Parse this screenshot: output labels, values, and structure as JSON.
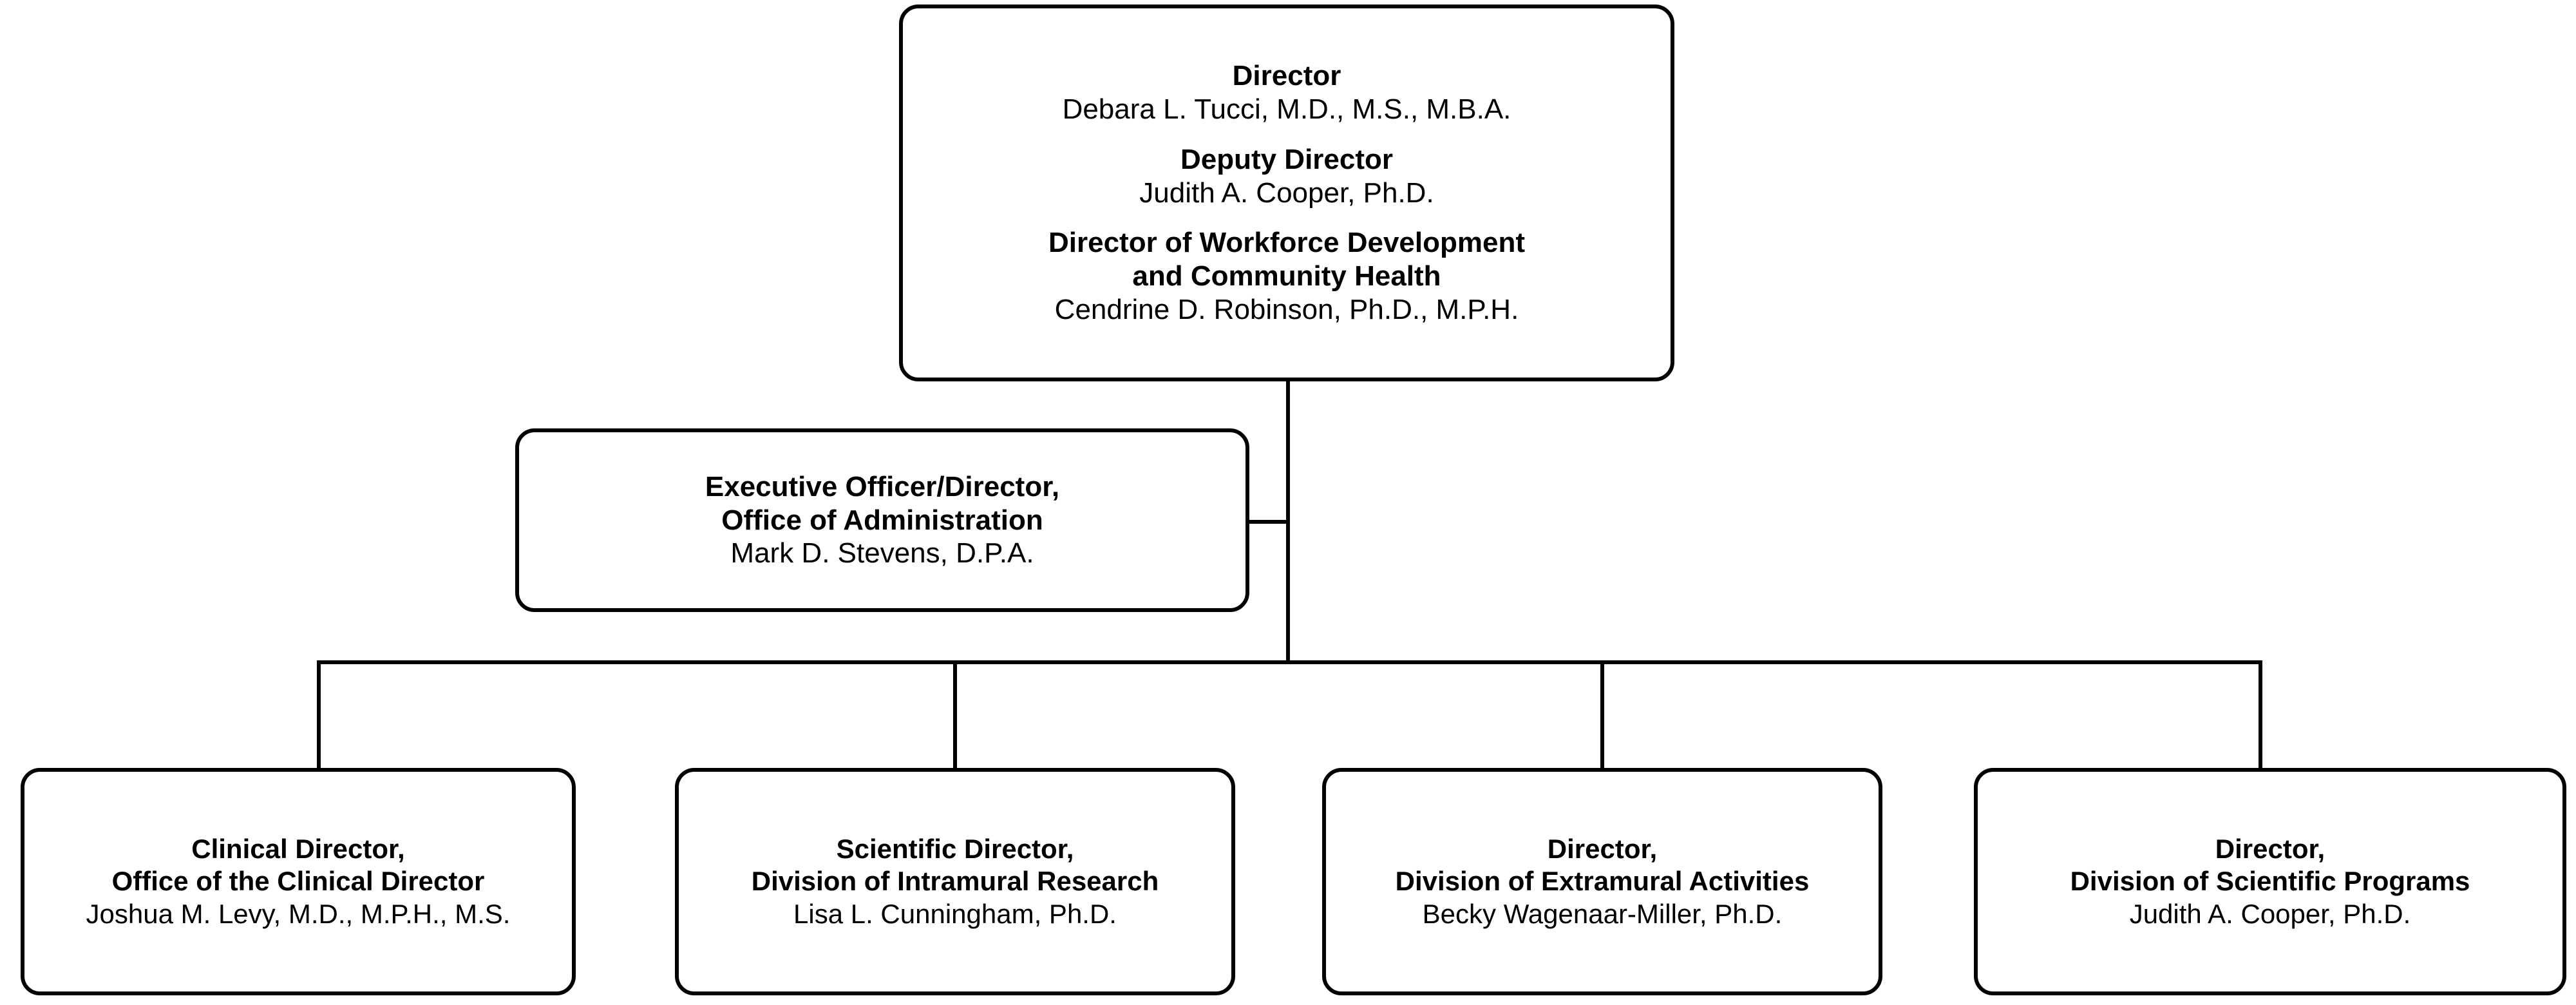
{
  "chart": {
    "type": "org-chart",
    "root": {
      "id": "director",
      "entries": [
        {
          "title": "Director",
          "person": "Debara L. Tucci, M.D., M.S., M.B.A."
        },
        {
          "title": "Deputy Director",
          "person": "Judith A. Cooper, Ph.D."
        },
        {
          "title": "Director of Workforce Development\nand Community Health",
          "person": "Cendrine D. Robinson, Ph.D., M.P.H."
        }
      ]
    },
    "staff": {
      "id": "executive-officer",
      "title": "Executive Officer/Director,\nOffice of Administration",
      "person": "Mark D. Stevens, D.P.A."
    },
    "children": [
      {
        "id": "clinical-director",
        "title": "Clinical Director,\nOffice of the Clinical Director",
        "person": "Joshua M. Levy, M.D., M.P.H., M.S."
      },
      {
        "id": "scientific-director",
        "title": "Scientific Director,\nDivision of Intramural Research",
        "person": "Lisa L. Cunningham, Ph.D."
      },
      {
        "id": "director-extramural",
        "title": "Director,\nDivision of Extramural Activities",
        "person": "Becky Wagenaar-Miller, Ph.D."
      },
      {
        "id": "director-scientific-programs",
        "title": "Director,\nDivision of Scientific Programs",
        "person": "Judith A. Cooper, Ph.D."
      }
    ],
    "colors": {
      "box_border": "#000000",
      "connector": "#000000",
      "background": "#ffffff",
      "text": "#000000"
    }
  }
}
